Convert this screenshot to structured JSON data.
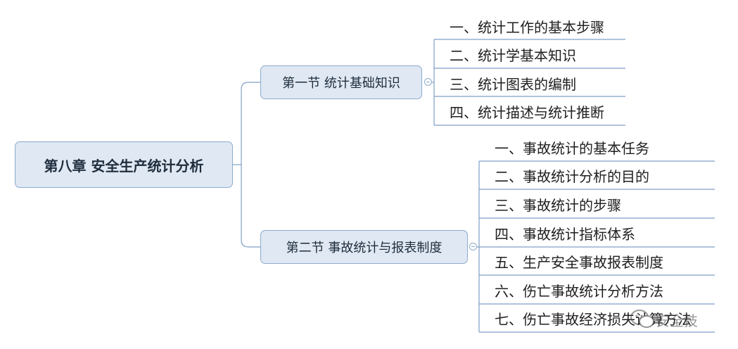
{
  "root": {
    "label": "第八章 安全生产统计分析"
  },
  "sections": [
    {
      "label": "第一节 统计基础知识",
      "items": [
        "一、统计工作的基本步骤",
        "二、统计学基本知识",
        "三、统计图表的编制",
        "四、统计描述与统计推断"
      ]
    },
    {
      "label": "第二节 事故统计与报表制度",
      "items": [
        "一、事故统计的基本任务",
        "二、事故统计分析的目的",
        "三、事故统计的步骤",
        "四、事故统计指标体系",
        "五、生产安全事故报表制度",
        "六、伤亡事故统计分析方法",
        "七、伤亡事故经济损失计算方法"
      ]
    }
  ],
  "watermark": {
    "text": "安全技"
  },
  "colors": {
    "node_fill": "#dfe8f3",
    "node_border": "#8eaacb",
    "line": "#7f9fc6"
  }
}
